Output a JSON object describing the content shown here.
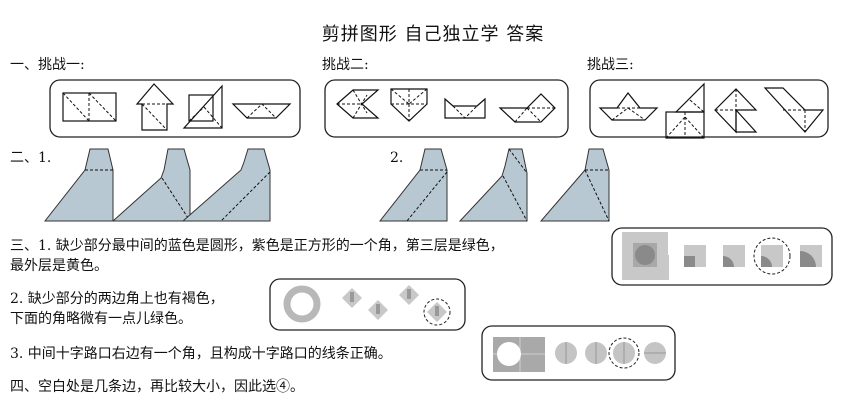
{
  "title": "剪拼图形 自己独立学 答案",
  "section1": {
    "label": "一、挑战一:",
    "challenge2": "挑战二:",
    "challenge3": "挑战三:"
  },
  "section2": {
    "label": "二、1.",
    "sub2": "2."
  },
  "section3": {
    "item1_line1": "三、1. 缺少部分最中间的蓝色是圆形，紫色是正方形的一个角，第三层是绿色，",
    "item1_line2": "最外层是黄色。",
    "item2_line1": "2. 缺少部分的两边角上也有褐色，",
    "item2_line2": "下面的角略微有一点儿绿色。",
    "item3": "3. 中间十字路口右边有一个角，且构成十字路口的线条正确。"
  },
  "section4": {
    "text": "四、空白处是几条边，再比较大小，因此选④。"
  },
  "colors": {
    "shape_fill": "#b8c8d2",
    "gray_light": "#c8c8c8",
    "gray_dark": "#8a8a8a"
  }
}
